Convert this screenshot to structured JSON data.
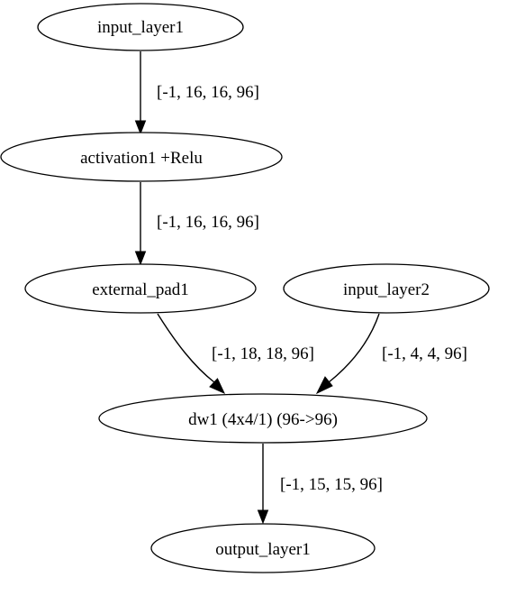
{
  "nodes": {
    "input_layer1": "input_layer1",
    "activation1": "activation1 +Relu",
    "external_pad1": "external_pad1",
    "input_layer2": "input_layer2",
    "dw1": "dw1 (4x4/1) (96->96)",
    "output_layer1": "output_layer1"
  },
  "edges": {
    "input1_to_activation1": "[-1, 16, 16, 96]",
    "activation1_to_pad1": "[-1, 16, 16, 96]",
    "pad1_to_dw1": "[-1, 18, 18, 96]",
    "input2_to_dw1": "[-1, 4, 4, 96]",
    "dw1_to_output1": "[-1, 15, 15, 96]"
  }
}
